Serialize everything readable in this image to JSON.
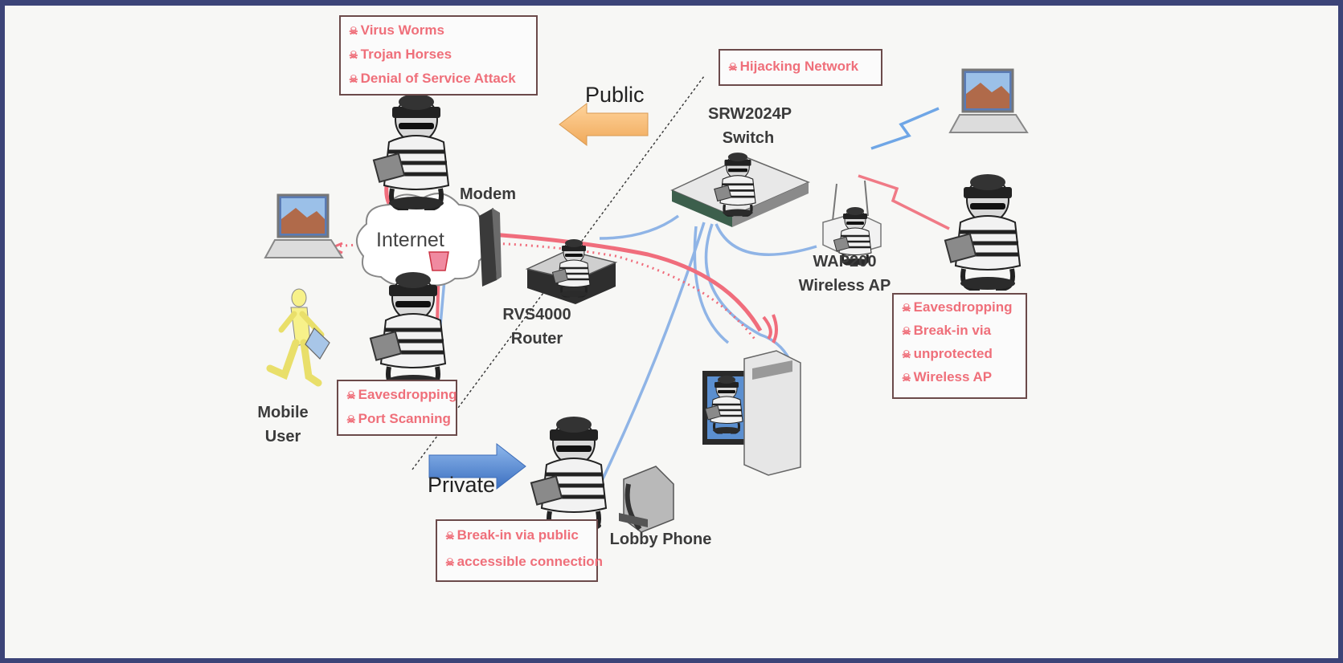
{
  "threats": {
    "internet": [
      "Virus Worms",
      "Trojan Horses",
      "Denial of Service Attack"
    ],
    "hijacking": [
      "Hijacking Network"
    ],
    "wireless": [
      "Eavesdropping",
      "Break-in via",
      "unprotected",
      "Wireless AP"
    ],
    "internet_bottom": [
      "Eavesdropping",
      "Port Scanning"
    ],
    "lobby": [
      "Break-in via public",
      "accessible connection"
    ]
  },
  "labels": {
    "public": "Public",
    "private": "Private",
    "internet": "Internet",
    "modem": "Modem",
    "switch": [
      "SRW2024P",
      "Switch"
    ],
    "wap": [
      "WAP200",
      "Wireless AP"
    ],
    "router": [
      "RVS4000",
      "Router"
    ],
    "mobile_user": [
      "Mobile",
      "User"
    ],
    "lobby_phone": "Lobby Phone"
  },
  "colors": {
    "attack_path": "#f06d7c",
    "network_link": "#8fb4e6",
    "public_arrow": "#f5b66b",
    "private_arrow": "#5b8fd6",
    "threat_text": "#ef6f7a"
  }
}
